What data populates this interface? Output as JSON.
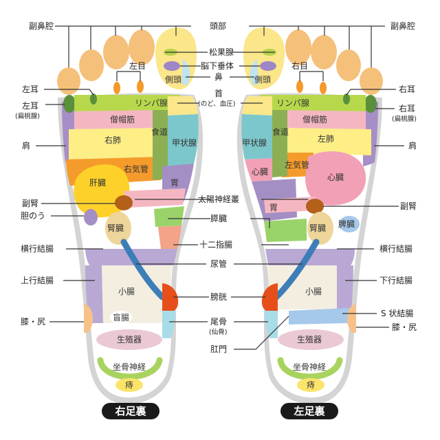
{
  "titles": {
    "right_foot": "右足裏",
    "left_foot": "左足裏"
  },
  "labels": {
    "top_center": "頭部",
    "fukubikuu": "副鼻腔",
    "shoukasen": "松果腺",
    "noukasuitai": "脳下垂体",
    "hana": "鼻",
    "kubi": "首",
    "kubi_sub": "(のど、血圧)",
    "hidari_me": "左目",
    "migi_me": "右目",
    "hidari_mimi": "左耳",
    "migi_mimi": "右耳",
    "hidari_mimi2": "左耳",
    "migi_mimi2": "右耳",
    "hentousen": "(扁桃腺)",
    "kata": "肩",
    "fukujin": "副腎",
    "tannou": "胆のう",
    "taiyou": "太陽神経叢",
    "suizou": "膵臓",
    "juunishichou": "十二指腸",
    "nyoukan": "尿管",
    "oukou_ketchou": "横行結腸",
    "joukou_ketchou": "上行結腸",
    "kakou_ketchou": "下行結腸",
    "boukou": "膀胱",
    "bikotsu": "尾骨",
    "bikotsu_sub": "(仙骨)",
    "koumon": "肛門",
    "s_ketchou": "S 状結腸",
    "hiza_shiri": "膝・尻"
  },
  "zones": {
    "sokutou": "側頭",
    "lymph": "リンパ腺",
    "soubou": "僧帽筋",
    "migi_hai": "右肺",
    "hidari_hai": "左肺",
    "shokudou": "食道",
    "koujousen": "甲状腺",
    "migi_kikan": "右気管",
    "hidari_kikan": "左気管",
    "kanzou": "肝臓",
    "shinzou": "心臓",
    "i": "胃",
    "jinzou": "腎臓",
    "hizou": "脾臓",
    "shouchou": "小腸",
    "mouchou": "盲腸",
    "seishokuki": "生殖器",
    "zakotsu": "坐骨神経",
    "ji": "痔"
  },
  "colors": {
    "outline": "#d4d4d4",
    "toe": "#f5c07a",
    "toe_big": "#fbe68a",
    "pineal": "#b8d24a",
    "pituitary": "#9f86c7",
    "temple": "#bfe3f0",
    "eye": "#f49a2b",
    "ear": "#5a8f3c",
    "shoulder": "#a78ec6",
    "lymph": "#b7d84b",
    "trapezius": "#f4b7c2",
    "lung": "#fdee86",
    "bronchus": "#f59b2b",
    "esophagus": "#8caf53",
    "thyroid": "#7cc7cc",
    "liver": "#fdd12a",
    "heart": "#f2a0b5",
    "stomach": "#a48fc4",
    "kidney": "#eed59a",
    "adrenal": "#b2601a",
    "spleen": "#a6c8eb",
    "pancreas": "#9bd36b",
    "duodenum": "#f2a388",
    "ureter": "#3d7db8",
    "bladder": "#e5501a",
    "colon": "#b9a8d4",
    "small_intestine": "#f3eee0",
    "genital": "#ebc9d4",
    "sciatic": "#a9d35f",
    "hemorrhoid": "#fbe46a",
    "knee": "#f7c18a",
    "coccyx": "#a8dce8",
    "title_bg": "#1a1a1a"
  }
}
